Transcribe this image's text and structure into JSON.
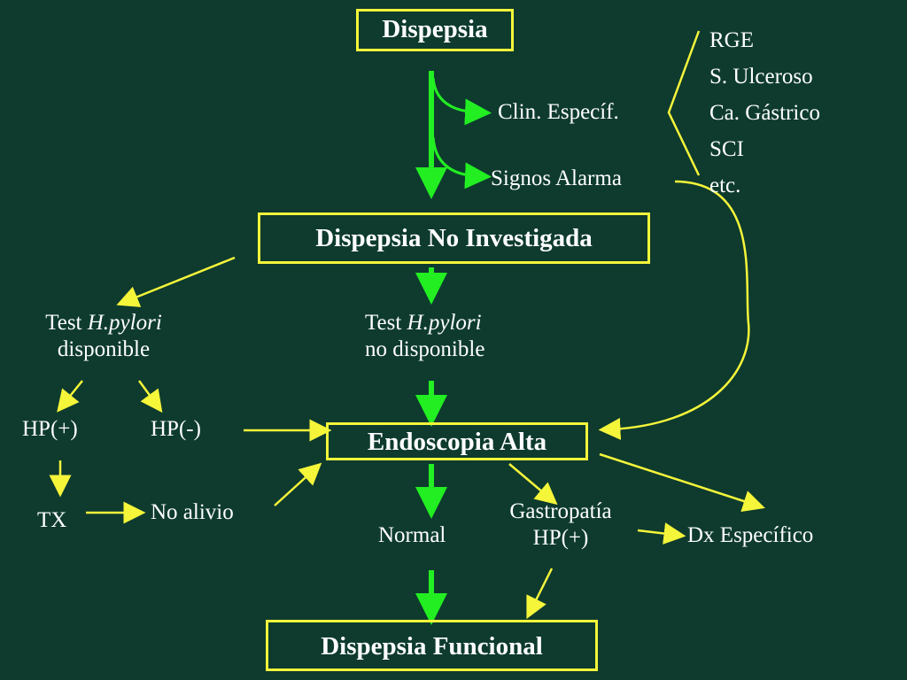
{
  "colors": {
    "background": "#0e3b2e",
    "box_border": "#f5f53a",
    "arrow_green": "#22ee22",
    "arrow_yellow": "#f5f53a",
    "text": "#ffffff"
  },
  "nodes": {
    "dispepsia": "Dispepsia",
    "dispepsia_no_investigada": "Dispepsia No Investigada",
    "endoscopia_alta": "Endoscopia Alta",
    "dispepsia_funcional": "Dispepsia Funcional"
  },
  "labels": {
    "clin_especif": "Clin. Específ.",
    "signos_alarma": "Signos Alarma",
    "causes": [
      "RGE",
      "S. Ulceroso",
      "Ca. Gástrico",
      "SCI",
      "etc."
    ],
    "test_word": "Test",
    "hpylori": "H.pylori",
    "disponible": "disponible",
    "no_disponible": "no disponible",
    "hp_pos": "HP(+)",
    "hp_neg": "HP(-)",
    "tx": "TX",
    "no_alivio": "No alivio",
    "normal": "Normal",
    "gastropatia": "Gastropatía",
    "gastro_hp": "HP(+)",
    "dx_especifico": "Dx Específico"
  }
}
